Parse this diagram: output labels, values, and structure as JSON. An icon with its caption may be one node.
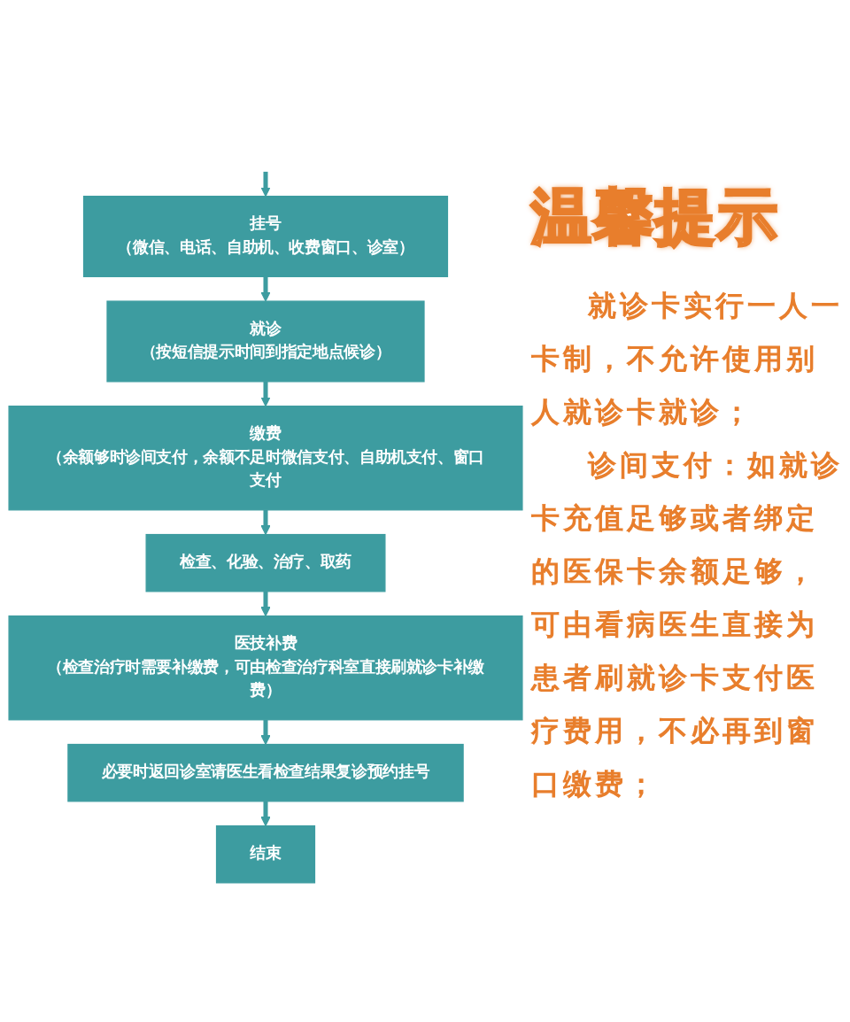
{
  "diagram": {
    "nodes": [
      {
        "text": [
          "挂号",
          "（微信、电话、自助机、收费窗口、诊室）"
        ]
      },
      {
        "text": [
          "就诊",
          "（按短信提示时间到指定地点候诊）"
        ]
      },
      {
        "text": [
          "缴费",
          "（余额够时诊间支付，余额不足时微信支付、自助机支付、窗口支付"
        ]
      },
      {
        "text": [
          "检查、化验、治疗、取药"
        ]
      },
      {
        "text": [
          "医技补费",
          "（检查治疗时需要补缴费，可由检查治疗科室直接刷就诊卡补缴费）"
        ]
      },
      {
        "text": [
          "必要时返回诊室请医生看检查结果复诊预约挂号"
        ]
      },
      {
        "text": [
          "结束"
        ]
      }
    ],
    "edges": [
      {
        "from": null,
        "to": 0,
        "arrow": "to"
      },
      {
        "from": 0,
        "to": 1,
        "arrow": "to"
      },
      {
        "from": 1,
        "to": 2,
        "arrow": "to"
      },
      {
        "from": 2,
        "to": 3,
        "arrow": "to"
      },
      {
        "from": 3,
        "to": 4,
        "arrow": "to"
      },
      {
        "from": 4,
        "to": 5,
        "arrow": "to"
      },
      {
        "from": 5,
        "to": 6,
        "arrow": "to"
      }
    ],
    "labels": [
      "温馨提示",
      "就诊卡实行一人一卡制，不允许使用别人就诊卡就诊；",
      "诊间支付：如就诊卡充值足够或者绑定的医保卡余额足够，可由看病医生直接为患者刷就诊卡支付医疗费用，不必再到窗口缴费；"
    ]
  }
}
